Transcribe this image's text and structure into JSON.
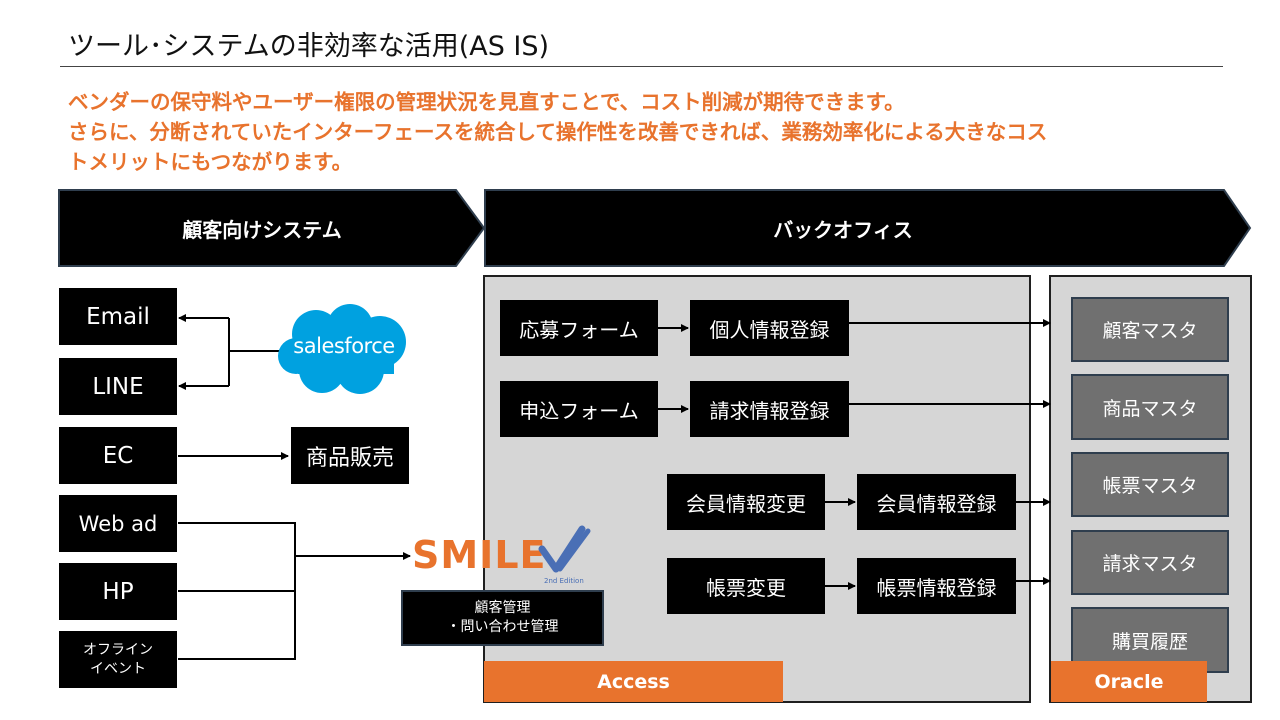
{
  "title": "ツール･システムの非効率な活用(AS IS)",
  "summary": {
    "line1": "ベンダーの保守料やユーザー権限の管理状況を見直すことで、コスト削減が期待できます。",
    "line2": "さらに、分断されていたインターフェースを統合して操作性を改善できれば、業務効率化による大きなコス",
    "line3": "トメリットにもつながります。"
  },
  "headers": {
    "customer": "顧客向けシステム",
    "backoffice": "バックオフィス"
  },
  "channels": {
    "email": "Email",
    "line": "LINE",
    "ec": "EC",
    "webad": "Web ad",
    "hp": "HP",
    "offline_l1": "オフライン",
    "offline_l2": "イベント"
  },
  "tools": {
    "salesforce": "salesforce",
    "product_sales": "商品販売",
    "smile_logo": "SMILE",
    "smile_edition": "2nd Edition",
    "smile_desc_l1": "顧客管理",
    "smile_desc_l2": "・問い合わせ管理"
  },
  "access": {
    "label": "Access",
    "apply_form": "応募フォーム",
    "personal_reg": "個人情報登録",
    "request_form": "申込フォーム",
    "billing_reg": "請求情報登録",
    "member_change": "会員情報変更",
    "member_reg": "会員情報登録",
    "form_change": "帳票変更",
    "form_reg": "帳票情報登録"
  },
  "oracle": {
    "label": "Oracle",
    "masters": [
      "顧客マスタ",
      "商品マスタ",
      "帳票マスタ",
      "請求マスタ",
      "購買履歴"
    ]
  },
  "colors": {
    "accent": "#e8732d",
    "header_fill": "#000000",
    "panel_fill": "#d6d6d6",
    "master_fill": "#707070",
    "salesforce_blue": "#00a1e0"
  }
}
